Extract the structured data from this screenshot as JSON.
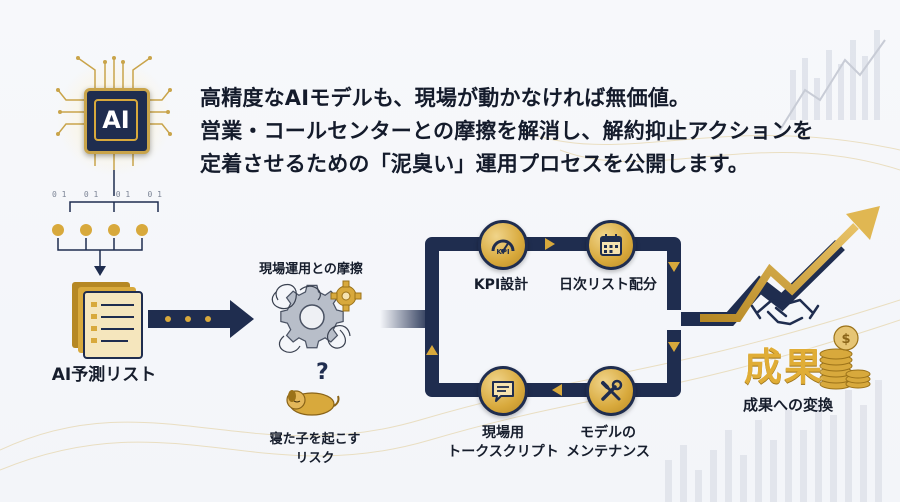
{
  "headline": {
    "line1": "高精度なAIモデルも、現場が動かなければ無価値。",
    "line2": "営業・コールセンターとの摩擦を解消し、解約抑止アクションを",
    "line3": "定着させるための「泥臭い」運用プロセスを公開します。"
  },
  "ai_chip": {
    "text": "AI"
  },
  "left": {
    "list_label": "AI予測リスト",
    "friction_label": "現場運用との摩擦",
    "risk_label_line1": "寝た子を起こす",
    "risk_label_line2": "リスク",
    "question_mark": "?"
  },
  "process": {
    "kpi_badge": "KPI",
    "steps": [
      {
        "label": "KPI設計"
      },
      {
        "label": "日次リスト配分"
      },
      {
        "label_line1": "現場用",
        "label_line2": "トークスクリプト"
      },
      {
        "label_line1": "モデルの",
        "label_line2": "メンテナンス"
      }
    ]
  },
  "result": {
    "big_text": "成果",
    "label": "成果への変換"
  },
  "binary": {
    "digits": "0 1"
  },
  "colors": {
    "navy": "#1f2d4f",
    "gold": "#d8a93c",
    "text": "#161d2c"
  }
}
